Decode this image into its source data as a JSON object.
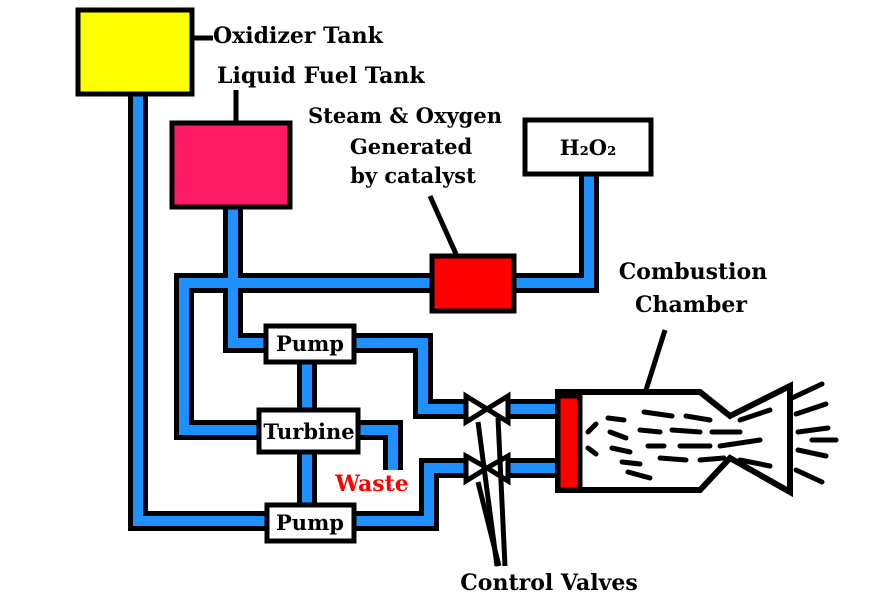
{
  "labels": {
    "oxidizer_tank": "Oxidizer Tank",
    "liquid_fuel_tank": "Liquid Fuel Tank",
    "steam_line1": "Steam & Oxygen",
    "steam_line2": "Generated",
    "steam_line3": "by catalyst",
    "h2o2": "H₂O₂",
    "combustion_line1": "Combustion",
    "combustion_line2": "Chamber",
    "pump_top": "Pump",
    "turbine": "Turbine",
    "pump_bottom": "Pump",
    "waste": "Waste",
    "control_valves": "Control Valves"
  },
  "colors": {
    "oxidizer_tank": "#ffff00",
    "fuel_tank": "#ff1a66",
    "catalyst": "#ff0000",
    "pipe": "#1e90ff",
    "injector": "#ff0000",
    "waste_text": "#ff0000",
    "outline": "#000000"
  }
}
